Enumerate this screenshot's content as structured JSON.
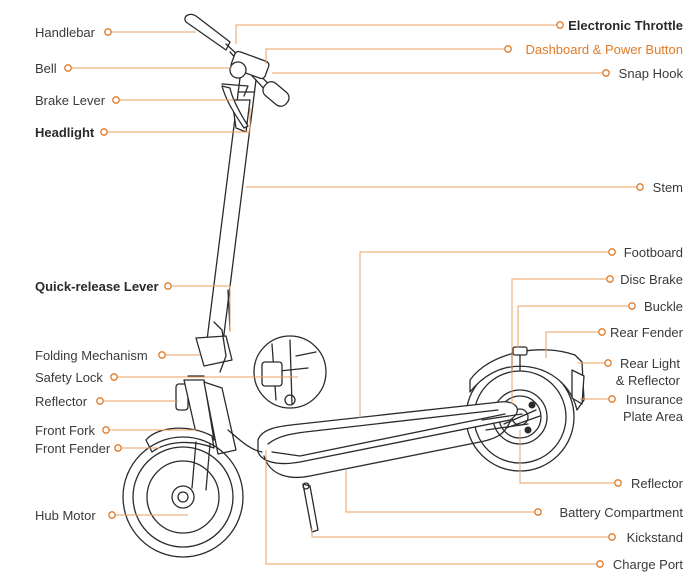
{
  "diagram": {
    "labels": {
      "handlebar": "Handlebar",
      "bell": "Bell",
      "brake_lever": "Brake Lever",
      "headlight": "Headlight",
      "quick_release_lever": "Quick-release Lever",
      "folding_mechanism": "Folding Mechanism",
      "safety_lock": "Safety Lock",
      "reflector_front": "Reflector",
      "front_fork": "Front Fork",
      "front_fender": "Front Fender",
      "hub_motor": "Hub Motor",
      "electronic_throttle": "Electronic Throttle",
      "dashboard_power_button": "Dashboard & Power Button",
      "snap_hook": "Snap Hook",
      "stem": "Stem",
      "footboard": "Footboard",
      "disc_brake": "Disc Brake",
      "buckle": "Buckle",
      "rear_fender": "Rear Fender",
      "rear_light_line1": "Rear Light",
      "rear_light_line2": "& Reflector",
      "insurance_line1": "Insurance",
      "insurance_line2": "Plate Area",
      "reflector_rear": "Reflector",
      "battery_compartment": "Battery Compartment",
      "kickstand": "Kickstand",
      "charge_port": "Charge Port"
    },
    "colors": {
      "accent": "#e07b28",
      "leader": "#e8a062",
      "ink": "#2b2b2b",
      "text": "#3a3a3a"
    }
  }
}
